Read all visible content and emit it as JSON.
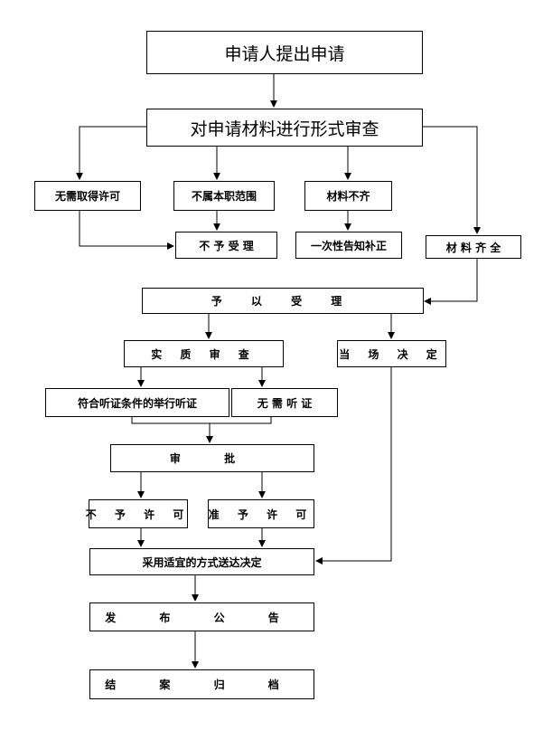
{
  "nodes": {
    "apply": "申请人提出申请",
    "formal_review": "对申请材料进行形式审查",
    "no_license": "无需取得许可",
    "not_in_scope": "不属本职范围",
    "incomplete": "材料不齐",
    "reject": "不 予 受 理",
    "notify_supplement": "一次性告知补正",
    "complete": "材 料 齐 全",
    "accept": "予 以 受 理",
    "substantive_review": "实 质 审 查",
    "on_site_decision": "当 场 决 定",
    "hearing": "符合听证条件的举行听证",
    "no_hearing": "无 需 听 证",
    "approval": "审 批",
    "deny": "不 予 许 可",
    "grant": "准 予 许 可",
    "deliver": "采用适宜的方式送达决定",
    "publish": "发 布 公 告",
    "close": "结 案 归 档"
  }
}
